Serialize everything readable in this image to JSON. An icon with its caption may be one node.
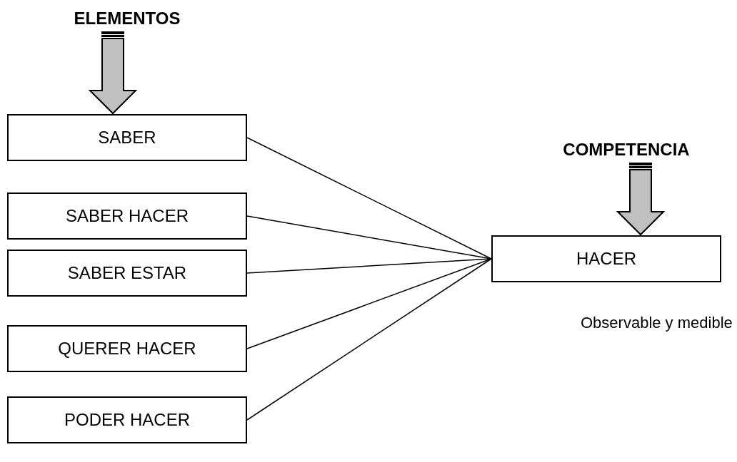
{
  "diagram": {
    "nodes": [
      {
        "text": [
          "ELEMENTOS"
        ]
      },
      {
        "text": [
          "SABER"
        ]
      },
      {
        "text": [
          "SABER HACER"
        ]
      },
      {
        "text": [
          "SABER ESTAR"
        ]
      },
      {
        "text": [
          "QUERER HACER"
        ]
      },
      {
        "text": [
          "PODER HACER"
        ]
      },
      {
        "text": [
          "COMPETENCIA"
        ]
      },
      {
        "text": [
          "HACER"
        ],
        "beside": [
          "Observable y medible"
        ]
      }
    ],
    "edges": [
      {
        "from": 0,
        "to": 1,
        "arrow": "to",
        "style": "thick"
      },
      {
        "from": 6,
        "to": 7,
        "arrow": "to",
        "style": "thick"
      },
      {
        "from": 1,
        "to": 7,
        "arrow": "none"
      },
      {
        "from": 2,
        "to": 7,
        "arrow": "none"
      },
      {
        "from": 3,
        "to": 7,
        "arrow": "none"
      },
      {
        "from": 4,
        "to": 7,
        "arrow": "none"
      },
      {
        "from": 5,
        "to": 7,
        "arrow": "none"
      }
    ]
  }
}
